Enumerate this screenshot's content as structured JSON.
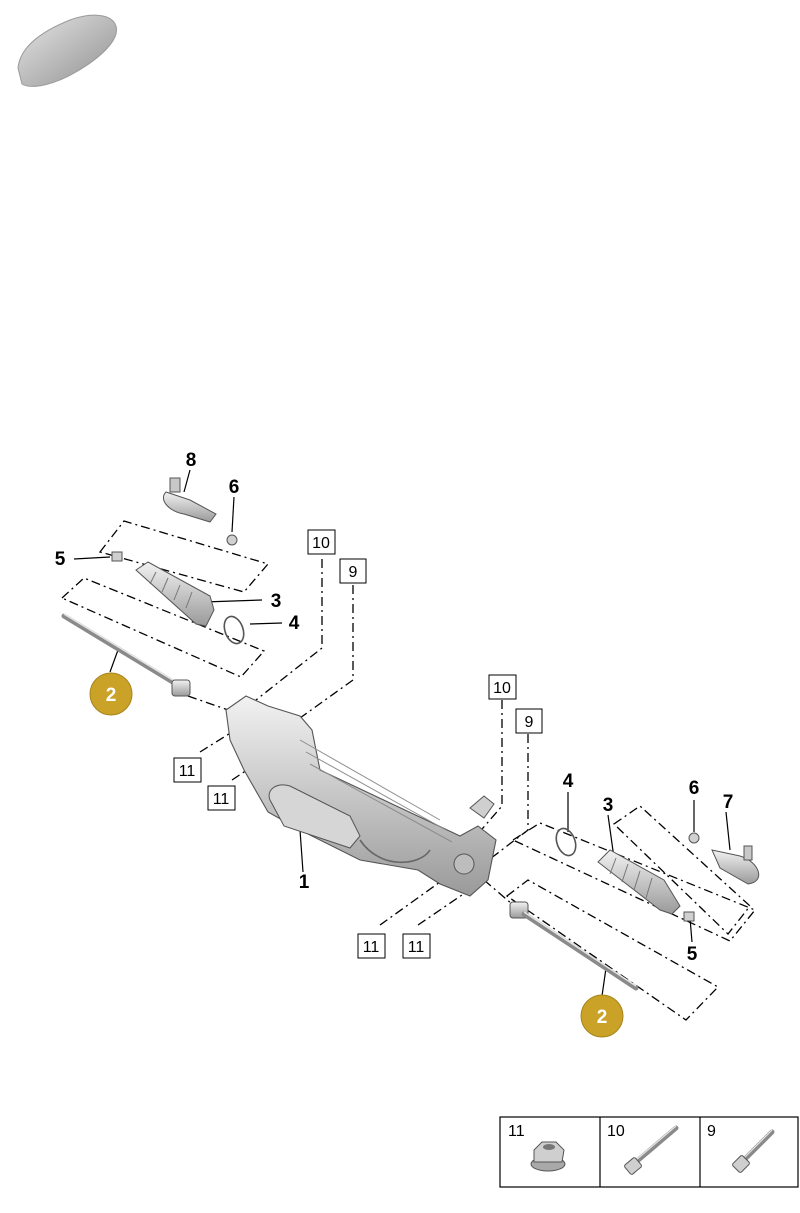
{
  "labels": {
    "rack": "1",
    "tie_rod_left": "2",
    "tie_rod_right": "2",
    "boot_left": "3",
    "boot_right": "3",
    "clamp_left": "4",
    "clamp_right": "4",
    "small_clamp_left": "5",
    "small_clamp_right": "5",
    "nut_left": "6",
    "nut_right": "6",
    "tie_rod_end_right": "7",
    "tie_rod_end_left": "8"
  },
  "boxed_labels": {
    "bolt10_upper": "10",
    "bolt9_upper": "9",
    "bolt10_lower": "10",
    "bolt9_lower": "9",
    "nut11_a": "11",
    "nut11_b": "11",
    "nut11_c": "11",
    "nut11_d": "11"
  },
  "legend": [
    {
      "number": "11",
      "icon": "flange-nut-icon"
    },
    {
      "number": "10",
      "icon": "long-bolt-icon"
    },
    {
      "number": "9",
      "icon": "short-bolt-icon"
    }
  ],
  "colors": {
    "highlight": "#c9a227",
    "part_gray": "#bcbcbc"
  }
}
